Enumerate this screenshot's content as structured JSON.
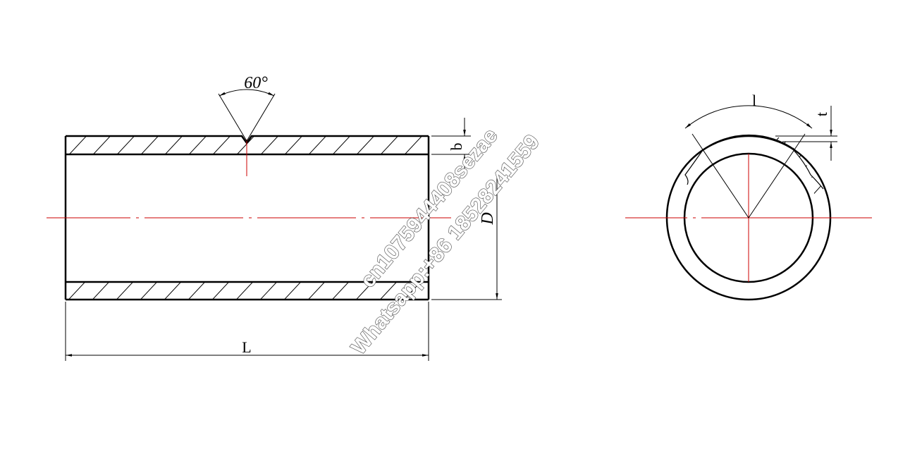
{
  "labels": {
    "angle": "60°",
    "wall_thickness": "b",
    "diameter": "D",
    "length": "L",
    "arc_length": "l",
    "lining_thickness": "t"
  },
  "watermark": {
    "line1": "cn1075944408sezae",
    "line2": "Whatsapp:+86  18528241559"
  },
  "colors": {
    "outline": "#000000",
    "centerline": "#cc0000",
    "background": "#ffffff"
  }
}
